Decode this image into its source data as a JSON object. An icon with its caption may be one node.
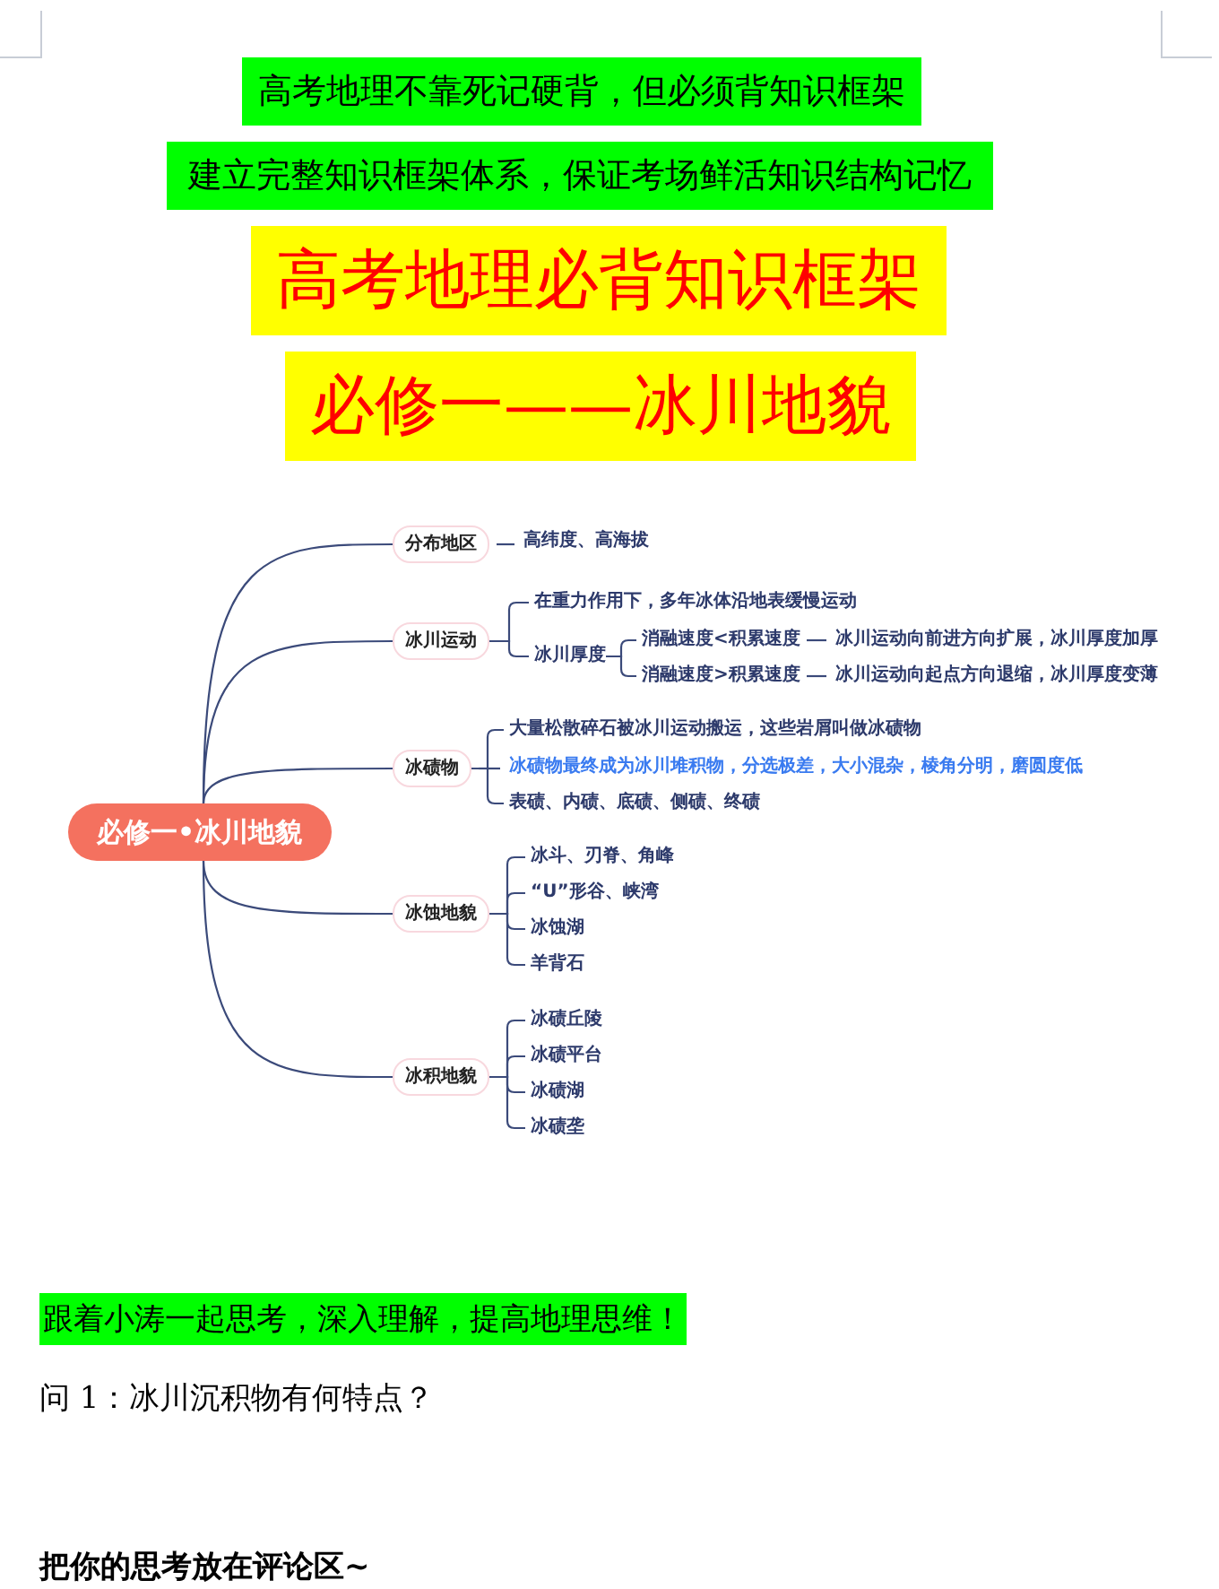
{
  "diagram": {
    "title": "高考地理必背知识框架",
    "nodes": [
      {
        "text": [
          "必修一•冰川地貌"
        ]
      },
      {
        "text": [
          "分布地区"
        ]
      },
      {
        "text": [
          "高纬度、高海拔"
        ]
      },
      {
        "text": [
          "冰川运动"
        ]
      },
      {
        "text": [
          "在重力作用下，多年冰体沿地表缓慢运动"
        ]
      },
      {
        "text": [
          "冰川厚度"
        ]
      },
      {
        "text": [
          "消融速度<积累速度"
        ]
      },
      {
        "text": [
          "冰川运动向前进方向扩展，冰川厚度加厚"
        ]
      },
      {
        "text": [
          "消融速度>积累速度"
        ]
      },
      {
        "text": [
          "冰川运动向起点方向退缩，冰川厚度变薄"
        ]
      },
      {
        "text": [
          "冰碛物"
        ]
      },
      {
        "text": [
          "大量松散碎石被冰川运动搬运，这些岩屑叫做冰碛物"
        ]
      },
      {
        "text": [
          "冰碛物最终成为冰川堆积物，分选极差，大小混杂，棱角分明，磨圆度低"
        ]
      },
      {
        "text": [
          "表碛、内碛、底碛、侧碛、终碛"
        ]
      },
      {
        "text": [
          "冰蚀地貌"
        ]
      },
      {
        "text": [
          "冰斗、刃脊、角峰"
        ]
      },
      {
        "text": [
          "“U”形谷、峡湾"
        ]
      },
      {
        "text": [
          "冰蚀湖"
        ]
      },
      {
        "text": [
          "羊背石"
        ]
      },
      {
        "text": [
          "冰积地貌"
        ]
      },
      {
        "text": [
          "冰碛丘陵"
        ]
      },
      {
        "text": [
          "冰碛平台"
        ]
      },
      {
        "text": [
          "冰碛湖"
        ]
      },
      {
        "text": [
          "冰碛垄"
        ]
      }
    ],
    "edges": [
      {
        "from": 0,
        "to": 1,
        "arrow": "none"
      },
      {
        "from": 1,
        "to": 2,
        "arrow": "none"
      },
      {
        "from": 0,
        "to": 3,
        "arrow": "none"
      },
      {
        "from": 3,
        "to": 4,
        "arrow": "none"
      },
      {
        "from": 3,
        "to": 5,
        "arrow": "none"
      },
      {
        "from": 5,
        "to": 6,
        "arrow": "none"
      },
      {
        "from": 6,
        "to": 7,
        "arrow": "none"
      },
      {
        "from": 5,
        "to": 8,
        "arrow": "none"
      },
      {
        "from": 8,
        "to": 9,
        "arrow": "none"
      },
      {
        "from": 0,
        "to": 10,
        "arrow": "none"
      },
      {
        "from": 10,
        "to": 11,
        "arrow": "none"
      },
      {
        "from": 10,
        "to": 12,
        "arrow": "none"
      },
      {
        "from": 10,
        "to": 13,
        "arrow": "none"
      },
      {
        "from": 0,
        "to": 14,
        "arrow": "none"
      },
      {
        "from": 14,
        "to": 15,
        "arrow": "none"
      },
      {
        "from": 14,
        "to": 16,
        "arrow": "none"
      },
      {
        "from": 14,
        "to": 17,
        "arrow": "none"
      },
      {
        "from": 14,
        "to": 18,
        "arrow": "none"
      },
      {
        "from": 0,
        "to": 19,
        "arrow": "none"
      },
      {
        "from": 19,
        "to": 20,
        "arrow": "none"
      },
      {
        "from": 19,
        "to": 21,
        "arrow": "none"
      },
      {
        "from": 19,
        "to": 22,
        "arrow": "none"
      },
      {
        "from": 19,
        "to": 23,
        "arrow": "none"
      }
    ],
    "labels": [
      "高考地理不靠死记硬背，但必须背知识框架",
      "建立完整知识框架体系，保证考场鲜活知识结构记忆",
      "必修一——冰川地貌",
      "跟着小涛一起思考，深入理解，提高地理思维！",
      "问 1：冰川沉积物有何特点？",
      "把你的思考放在评论区~"
    ]
  }
}
